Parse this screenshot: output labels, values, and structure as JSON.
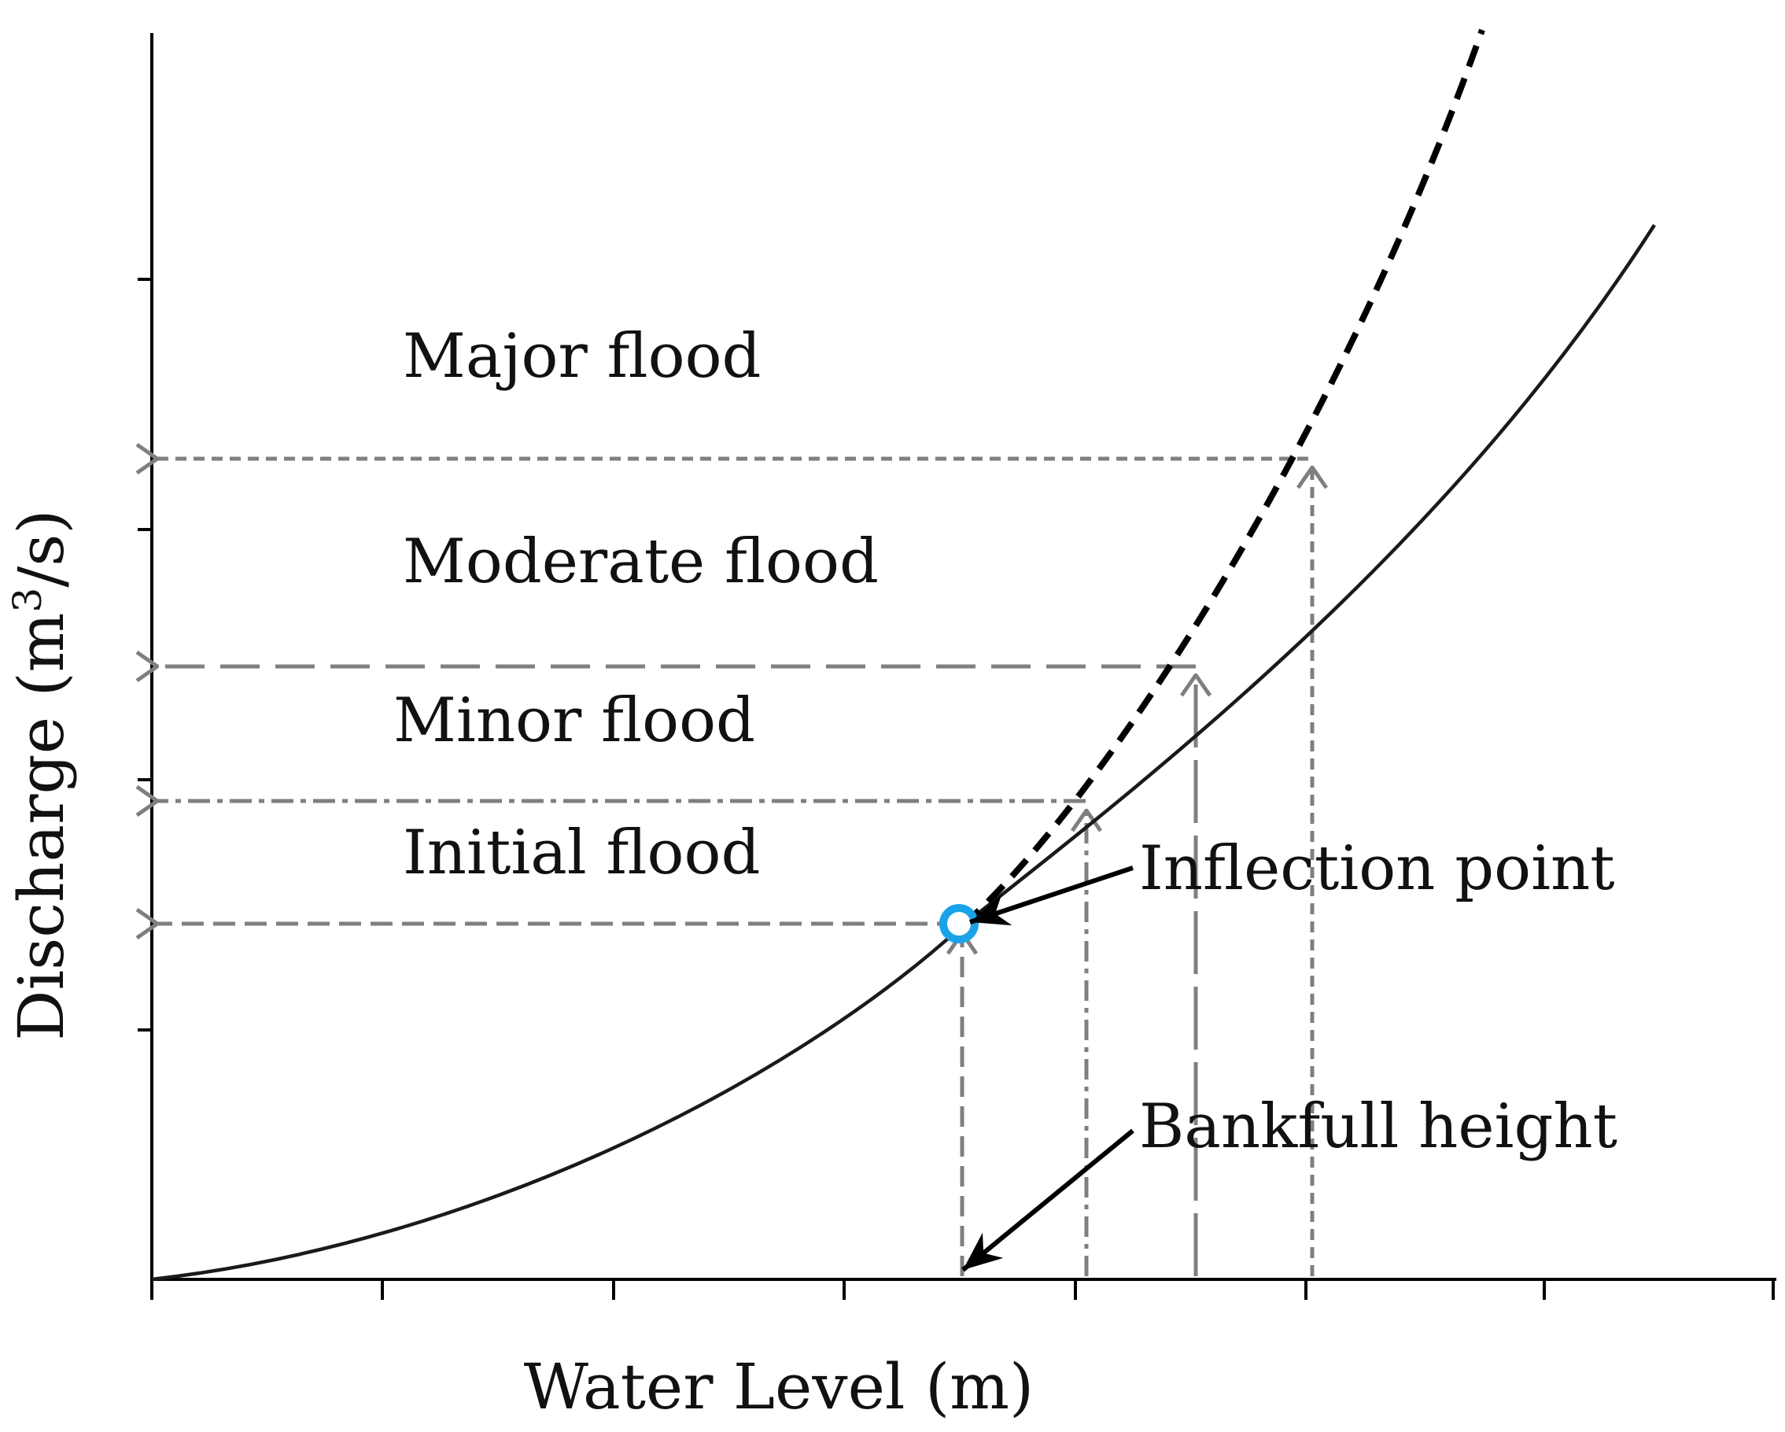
{
  "figure": {
    "x_axis_title": "Water Level (m)",
    "y_axis_title_main": "Discharge (m",
    "y_axis_title_sup": "3",
    "y_axis_title_end": "/s)",
    "zones": {
      "major": "Major flood",
      "moderate": "Moderate flood",
      "minor": "Minor flood",
      "initial": "Initial flood"
    },
    "callouts": {
      "inflection": "Inflection point",
      "bankfull": "Bankfull height"
    },
    "colors": {
      "curve": "#1a1a1a",
      "extrapolation": "#000000",
      "guides": "#7f7f7f",
      "inflection_marker": "#1aa3e8",
      "axis": "#000000"
    }
  }
}
